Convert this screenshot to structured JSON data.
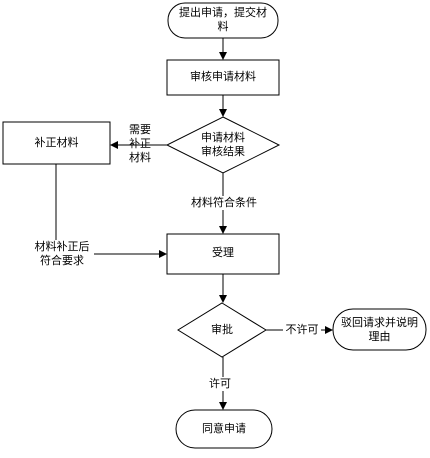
{
  "flow": {
    "start_line1": "提出申请，提交材",
    "start_line2": "料",
    "review": "审核申请材料",
    "decision1_line1": "申请材料",
    "decision1_line2": "审核结果",
    "supplement": "补正材料",
    "need_line1": "需要",
    "need_line2": "补正",
    "need_line3": "材料",
    "meets": "材料符合条件",
    "after_line1": "材料补正后",
    "after_line2": "符合要求",
    "accept": "受理",
    "approve": "审批",
    "not_permit": "不许可",
    "reject_line1": "驳回请求并说明",
    "reject_line2": "理由",
    "permit": "许可",
    "end": "同意申请"
  }
}
